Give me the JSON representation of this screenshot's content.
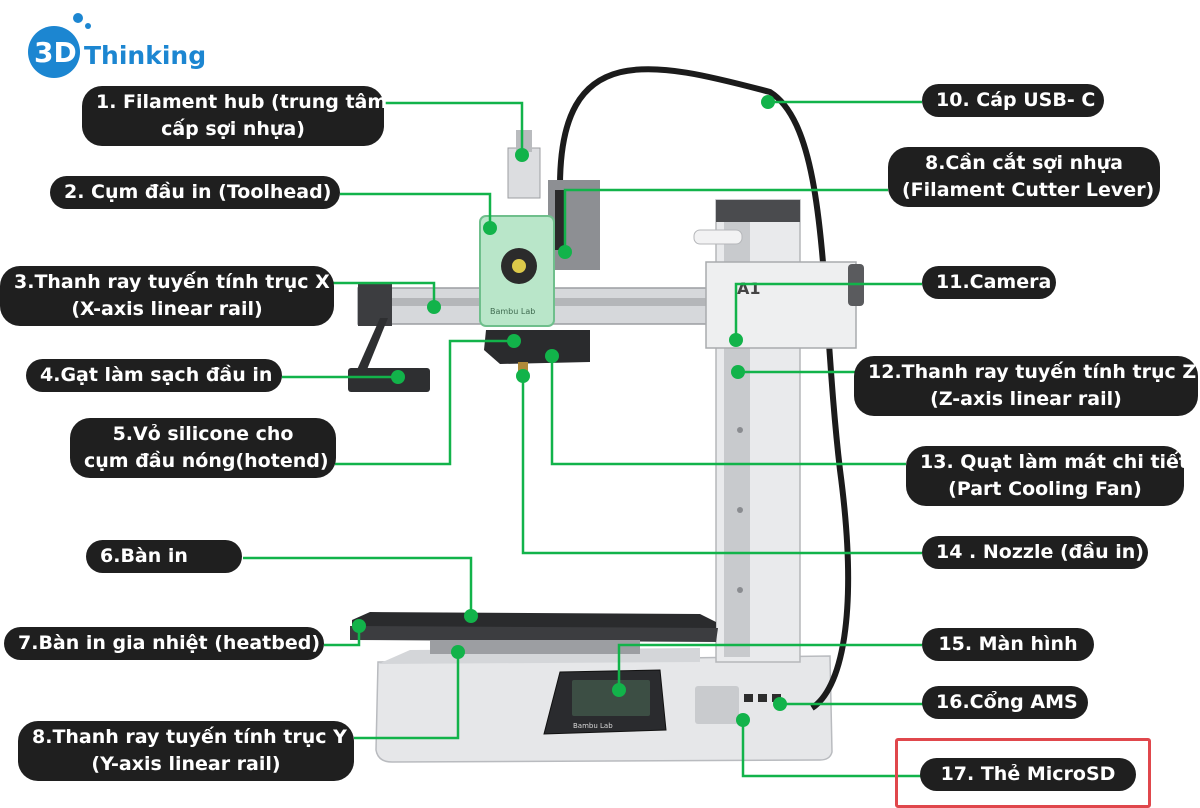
{
  "logo": {
    "text": "Thinking",
    "mark": "3D"
  },
  "printer": {
    "brand_plate": "Bambu Lab",
    "model": "A1"
  },
  "colors": {
    "leader": "#12b34a",
    "label_bg": "#1f1f1f",
    "highlight": "#e0474c"
  },
  "labels": [
    {
      "id": "filament-hub",
      "lines": [
        "1. Filament hub (trung tâm",
        "cấp sợi nhựa)"
      ]
    },
    {
      "id": "toolhead",
      "lines": [
        "2. Cụm đầu in (Toolhead)"
      ]
    },
    {
      "id": "x-rail",
      "lines": [
        "3.Thanh ray tuyến tính trục X",
        "(X-axis linear rail)"
      ]
    },
    {
      "id": "nozzle-wiper",
      "lines": [
        "4.Gạt làm sạch đầu in"
      ]
    },
    {
      "id": "silicone-sock",
      "lines": [
        "5.Vỏ silicone cho",
        "cụm đầu nóng(hotend)"
      ]
    },
    {
      "id": "build-plate",
      "lines": [
        "6.Bàn in"
      ]
    },
    {
      "id": "heatbed",
      "lines": [
        "7.Bàn in gia nhiệt (heatbed)"
      ]
    },
    {
      "id": "y-rail",
      "lines": [
        "8.Thanh ray tuyến tính trục Y",
        "(Y-axis linear rail)"
      ]
    },
    {
      "id": "usb-c",
      "lines": [
        "10. Cáp USB- C"
      ]
    },
    {
      "id": "cutter-lever",
      "lines": [
        "8.Cần cắt sợi nhựa",
        "(Filament Cutter Lever)"
      ]
    },
    {
      "id": "camera",
      "lines": [
        "11.Camera"
      ]
    },
    {
      "id": "z-rail",
      "lines": [
        "12.Thanh ray tuyến tính trục Z",
        "(Z-axis linear rail)"
      ]
    },
    {
      "id": "cooling-fan",
      "lines": [
        "13. Quạt làm mát chi tiết",
        "(Part Cooling Fan)"
      ]
    },
    {
      "id": "nozzle",
      "lines": [
        "14 . Nozzle (đầu in)"
      ]
    },
    {
      "id": "screen",
      "lines": [
        "15. Màn hình"
      ]
    },
    {
      "id": "ams-port",
      "lines": [
        "16.Cổng AMS"
      ]
    },
    {
      "id": "microsd",
      "lines": [
        "17. Thẻ MicroSD"
      ]
    }
  ]
}
